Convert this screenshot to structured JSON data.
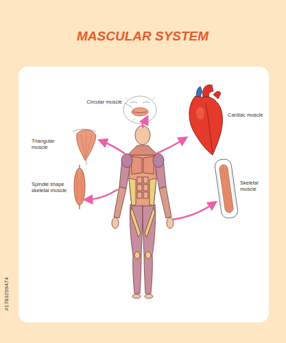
{
  "diagram": {
    "title": "MASCULAR SYSTEM",
    "labels": [
      "Circular muscle",
      "Cardiac muscle",
      "Triangular muscle",
      "Spindle shape skeletal muscle",
      "Skeletal muscle",
      "#1783299474"
    ]
  }
}
